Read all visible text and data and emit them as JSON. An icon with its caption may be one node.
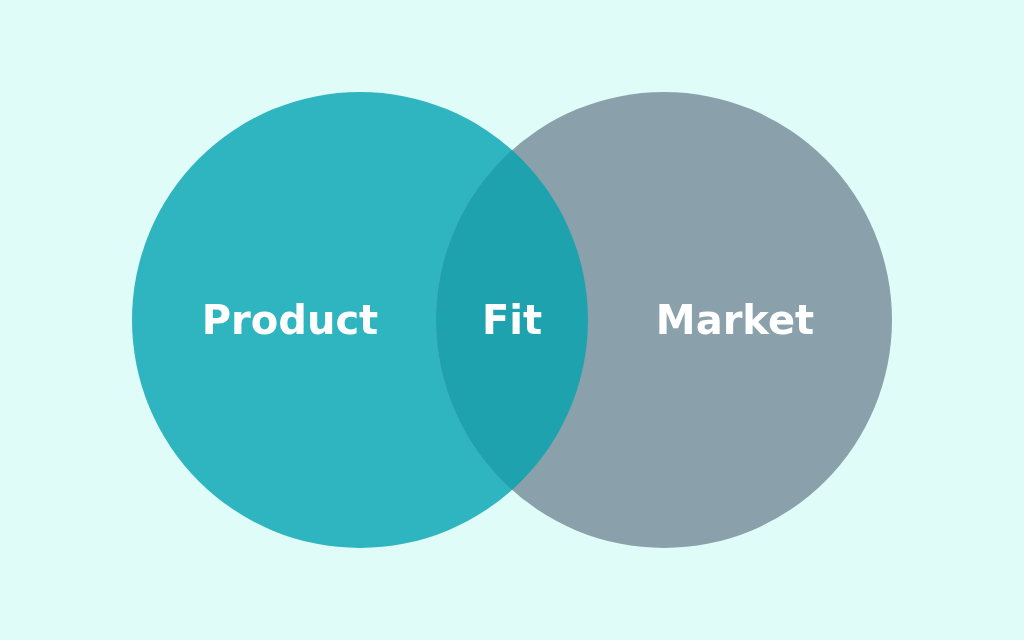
{
  "diagram": {
    "nodes": [
      {
        "text": [
          "Product"
        ]
      },
      {
        "text": [
          "Market"
        ]
      }
    ],
    "edges": [],
    "labels": [
      "Fit"
    ]
  }
}
